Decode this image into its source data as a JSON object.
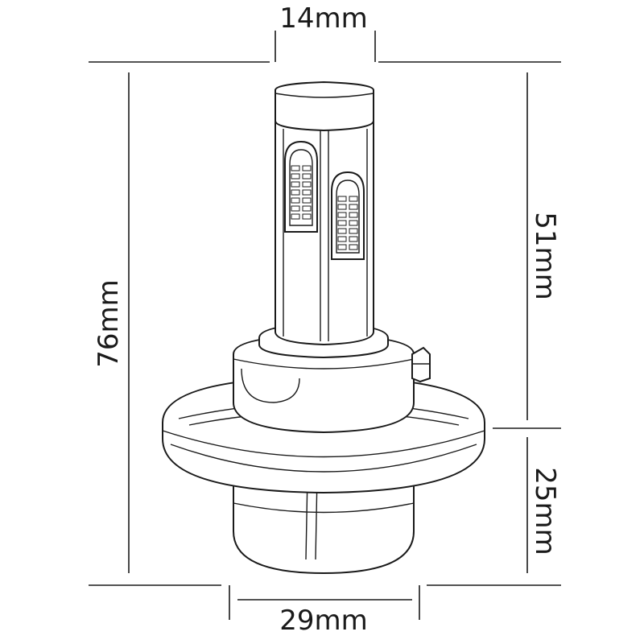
{
  "diagram": {
    "dimensions": {
      "top_width": "14mm",
      "total_height": "76mm",
      "upper_height": "51mm",
      "lower_height": "25mm",
      "base_width": "29mm"
    },
    "colors": {
      "stroke": "#1a1a1a",
      "background": "#ffffff"
    }
  }
}
